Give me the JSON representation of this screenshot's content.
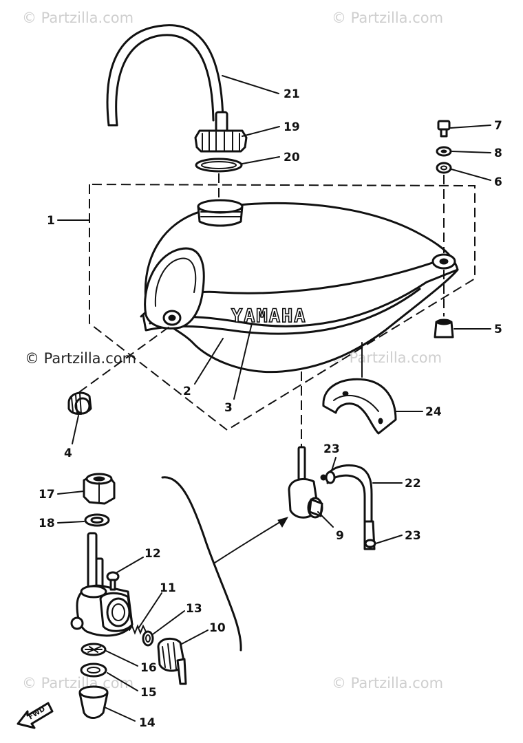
{
  "watermarks": {
    "top_left": "© Partzilla.com",
    "top_right": "© Partzilla.com",
    "mid_left": "© Partzilla.com",
    "mid_right": "© Partzilla.com",
    "bottom_left": "© Partzilla.com",
    "bottom_right": "© Partzilla.com"
  },
  "tank_brand": "YAMAHA",
  "fwd_label": "FWD",
  "callouts": {
    "c1": "1",
    "c2": "2",
    "c3": "3",
    "c4": "4",
    "c5": "5",
    "c6": "6",
    "c7": "7",
    "c8": "8",
    "c9": "9",
    "c10": "10",
    "c11": "11",
    "c12": "12",
    "c13": "13",
    "c14": "14",
    "c15": "15",
    "c16": "16",
    "c17": "17",
    "c18": "18",
    "c19": "19",
    "c20": "20",
    "c21": "21",
    "c22": "22",
    "c23a": "23",
    "c23b": "23",
    "c24": "24"
  }
}
